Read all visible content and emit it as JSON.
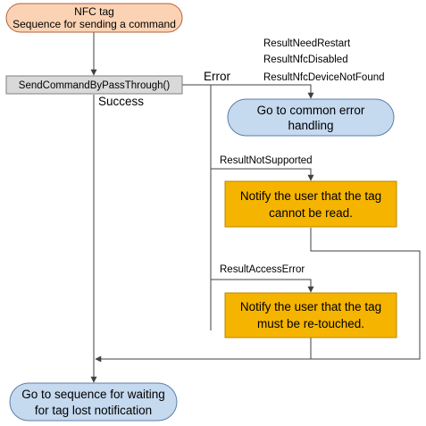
{
  "colors": {
    "start_fill": "#fbd3b4",
    "start_stroke": "#b2603a",
    "process_fill": "#d9d9d9",
    "process_stroke": "#808080",
    "terminal_fill": "#c5d9ef",
    "terminal_stroke": "#5b7fa8",
    "action_fill": "#f5b400",
    "action_stroke": "#b98900",
    "line": "#404040"
  },
  "diagram": {
    "start": {
      "line1": "NFC tag",
      "line2": "Sequence for sending a command"
    },
    "process": {
      "label": "SendCommandByPassThrough()"
    },
    "edge_labels": {
      "error": "Error",
      "success": "Success"
    },
    "common_error": {
      "results": [
        "ResultNeedRestart",
        "ResultNfcDisabled",
        "ResultNfcDeviceNotFound"
      ],
      "line1": "Go to common error",
      "line2": "handling"
    },
    "not_supported": {
      "result": "ResultNotSupported",
      "line1": "Notify the user that the tag",
      "line2": "cannot be read."
    },
    "access_error": {
      "result": "ResultAccessError",
      "line1": "Notify the user that the tag",
      "line2": "must be re-touched."
    },
    "end": {
      "line1": "Go to sequence for waiting",
      "line2": "for tag lost notification"
    }
  }
}
